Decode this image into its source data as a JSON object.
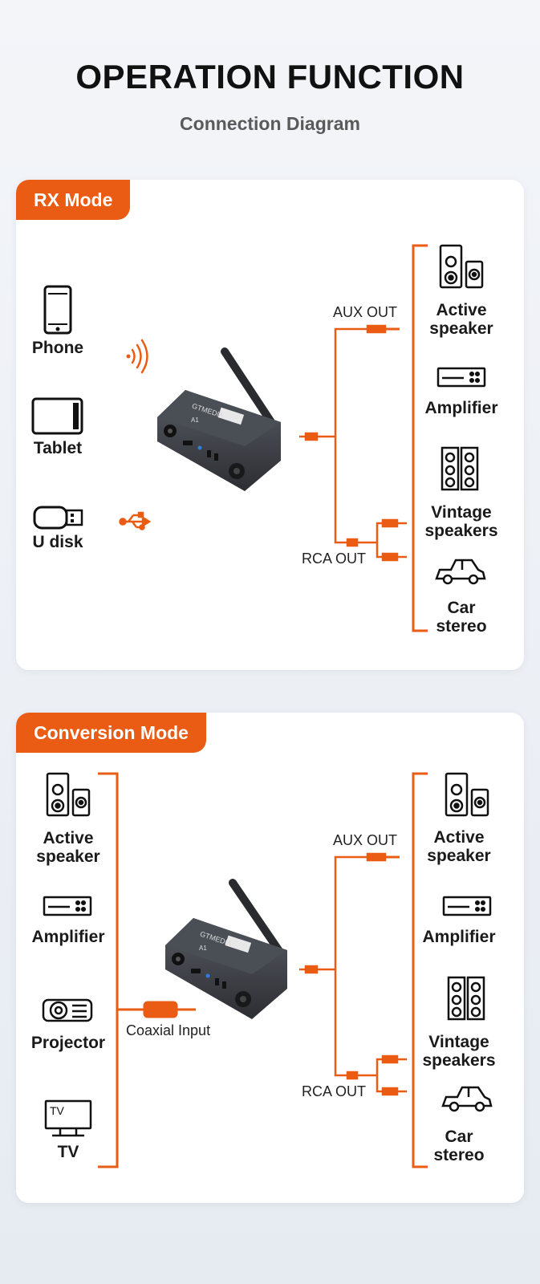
{
  "header": {
    "title": "OPERATION FUNCTION",
    "subtitle": "Connection Diagram"
  },
  "rx": {
    "tab": "RX Mode",
    "sources": [
      {
        "label": "Phone",
        "icon": "phone-icon"
      },
      {
        "label": "Tablet",
        "icon": "tablet-icon"
      },
      {
        "label": "U disk",
        "icon": "usb-disk-icon"
      }
    ],
    "aux_out": "AUX OUT",
    "rca_out": "RCA OUT",
    "outputs": [
      {
        "label": "Active speaker",
        "icon": "active-speaker-icon"
      },
      {
        "label": "Amplifier",
        "icon": "amplifier-icon"
      },
      {
        "label": "Vintage speakers",
        "icon": "vintage-speakers-icon"
      },
      {
        "label": "Car stereo",
        "icon": "car-icon"
      }
    ]
  },
  "conv": {
    "tab": "Conversion Mode",
    "inputs": [
      {
        "label": "Active speaker",
        "icon": "active-speaker-icon"
      },
      {
        "label": "Amplifier",
        "icon": "amplifier-icon"
      },
      {
        "label": "Projector",
        "icon": "projector-icon"
      },
      {
        "label": "TV",
        "icon": "tv-icon",
        "screen_text": "TV"
      }
    ],
    "coax": "Coaxial Input",
    "aux_out": "AUX OUT",
    "rca_out": "RCA OUT",
    "outputs": [
      {
        "label": "Active speaker",
        "icon": "active-speaker-icon"
      },
      {
        "label": "Amplifier",
        "icon": "amplifier-icon"
      },
      {
        "label": "Vintage speakers",
        "icon": "vintage-speakers-icon"
      },
      {
        "label": "Car stereo",
        "icon": "car-icon"
      }
    ]
  },
  "device": {
    "brand": "GTMEDIA",
    "model": "A1"
  },
  "colors": {
    "accent": "#ea5b13",
    "device": "#3b3e44"
  }
}
